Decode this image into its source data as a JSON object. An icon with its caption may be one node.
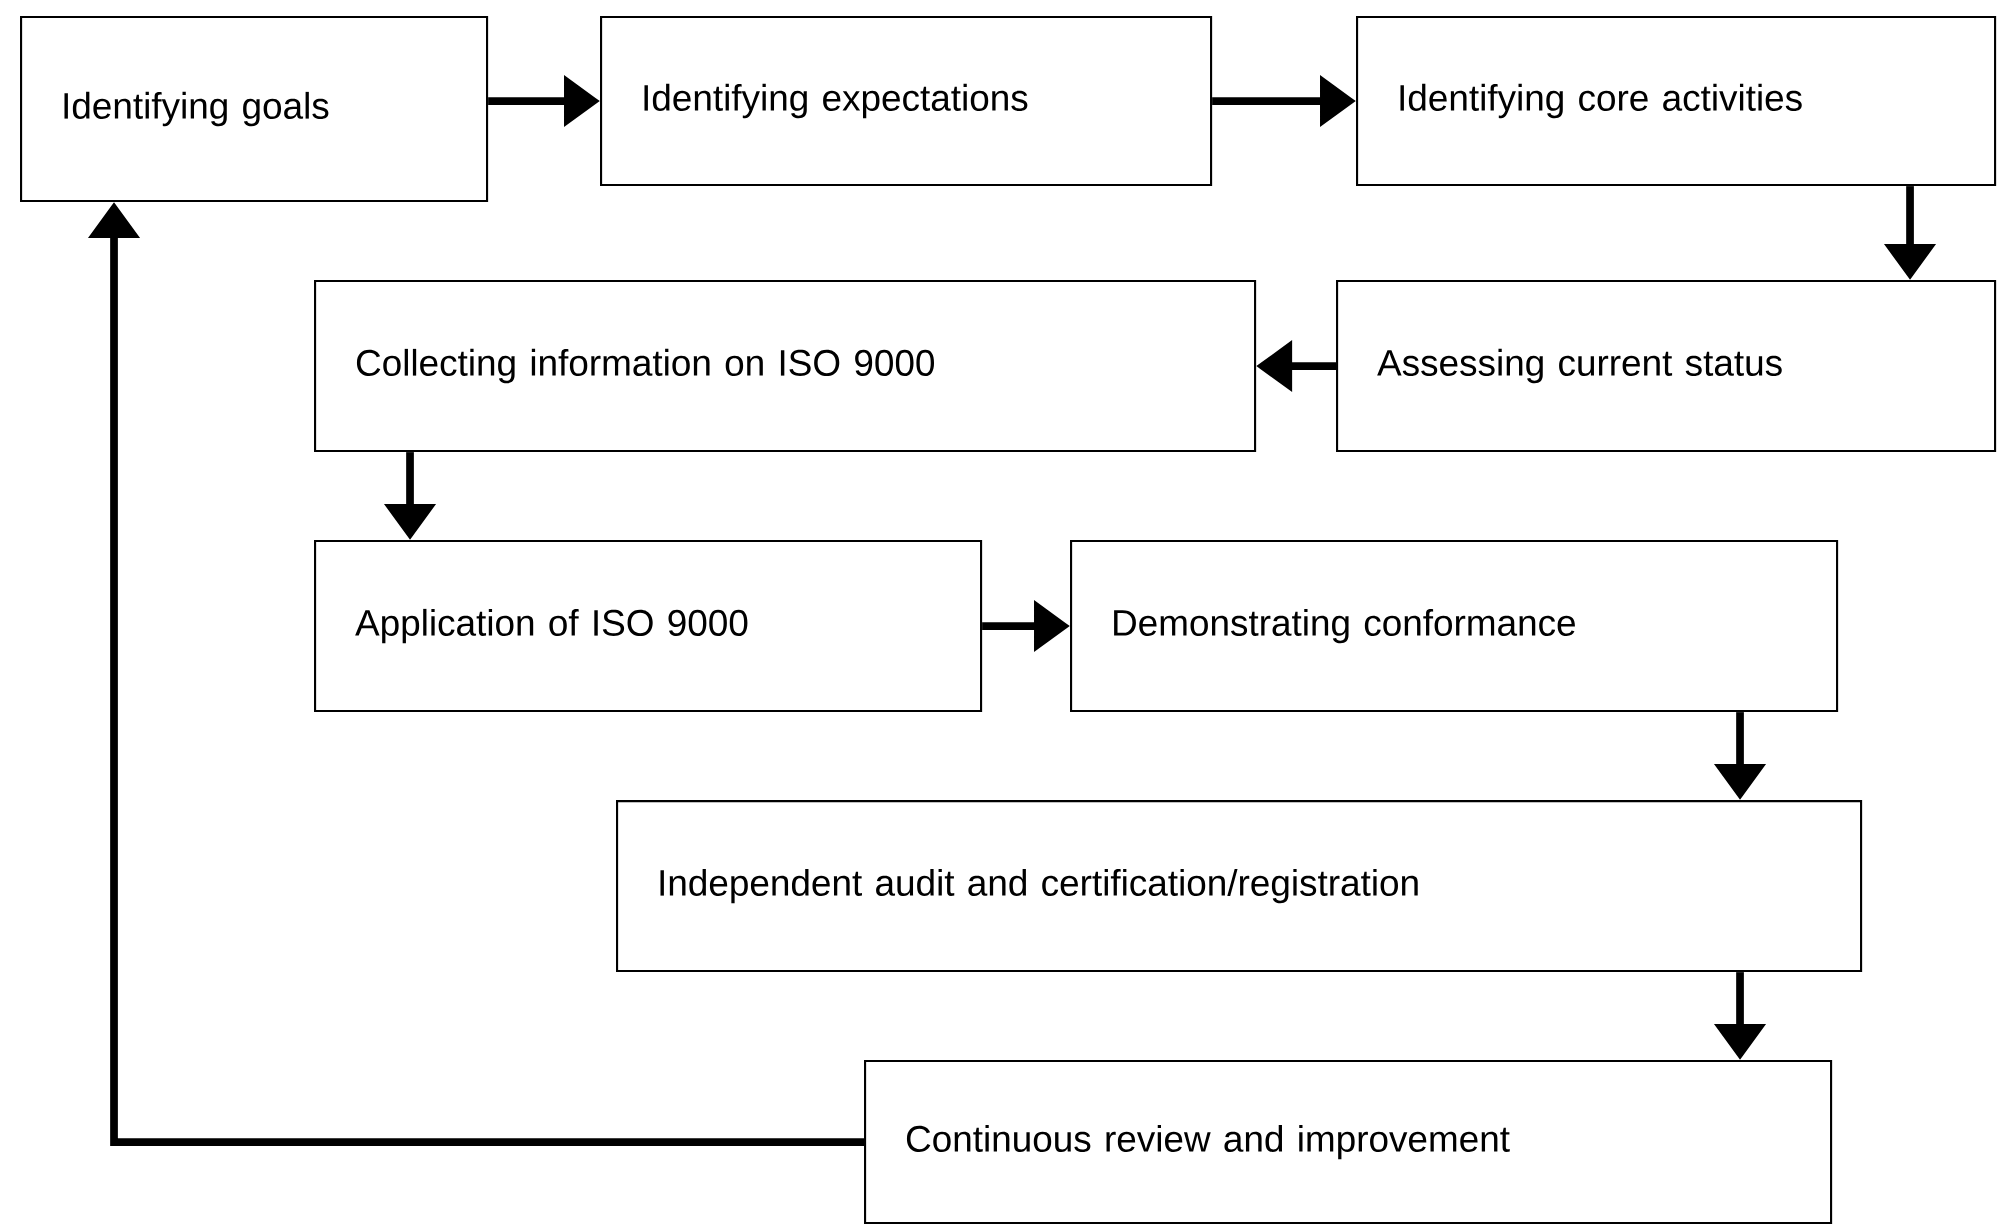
{
  "diagram": {
    "nodes": [
      {
        "text": [
          "Identifying goals"
        ]
      },
      {
        "text": [
          "Identifying expectations"
        ]
      },
      {
        "text": [
          "Identifying core activities"
        ]
      },
      {
        "text": [
          "Assessing current status"
        ]
      },
      {
        "text": [
          "Collecting information on ISO 9000"
        ]
      },
      {
        "text": [
          "Application of ISO 9000"
        ]
      },
      {
        "text": [
          "Demonstrating conformance"
        ]
      },
      {
        "text": [
          "Independent audit and certification/registration"
        ]
      },
      {
        "text": [
          "Continuous review and improvement"
        ]
      }
    ],
    "edges": [
      {
        "from": 0,
        "to": 1,
        "arrow": "to"
      },
      {
        "from": 1,
        "to": 2,
        "arrow": "to"
      },
      {
        "from": 2,
        "to": 3,
        "arrow": "to"
      },
      {
        "from": 3,
        "to": 4,
        "arrow": "to"
      },
      {
        "from": 4,
        "to": 5,
        "arrow": "to"
      },
      {
        "from": 5,
        "to": 6,
        "arrow": "to"
      },
      {
        "from": 6,
        "to": 7,
        "arrow": "to"
      },
      {
        "from": 7,
        "to": 8,
        "arrow": "to"
      },
      {
        "from": 8,
        "to": 0,
        "arrow": "to"
      }
    ]
  }
}
